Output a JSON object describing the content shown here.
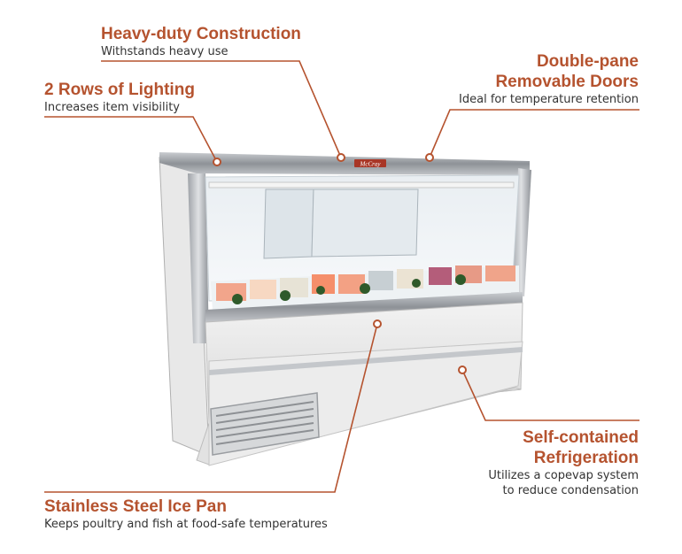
{
  "callouts": {
    "heavy_duty": {
      "title": "Heavy-duty Construction",
      "desc": "Withstands heavy use"
    },
    "lighting": {
      "title": "2 Rows of Lighting",
      "desc": "Increases item visibility"
    },
    "doors": {
      "title_line1": "Double-pane",
      "title_line2": "Removable Doors",
      "desc": "Ideal for temperature retention"
    },
    "refrigeration": {
      "title_line1": "Self-contained",
      "title_line2": "Refrigeration",
      "desc_line1": "Utilizes a copevap system",
      "desc_line2": "to reduce condensation"
    },
    "ice_pan": {
      "title": "Stainless Steel Ice Pan",
      "desc": "Keeps poultry and fish at food-safe temperatures"
    }
  },
  "product": {
    "brand_badge": "McCray"
  },
  "colors": {
    "accent": "#b5532f",
    "leader_line": "#b5532f",
    "body_text": "#333333"
  }
}
